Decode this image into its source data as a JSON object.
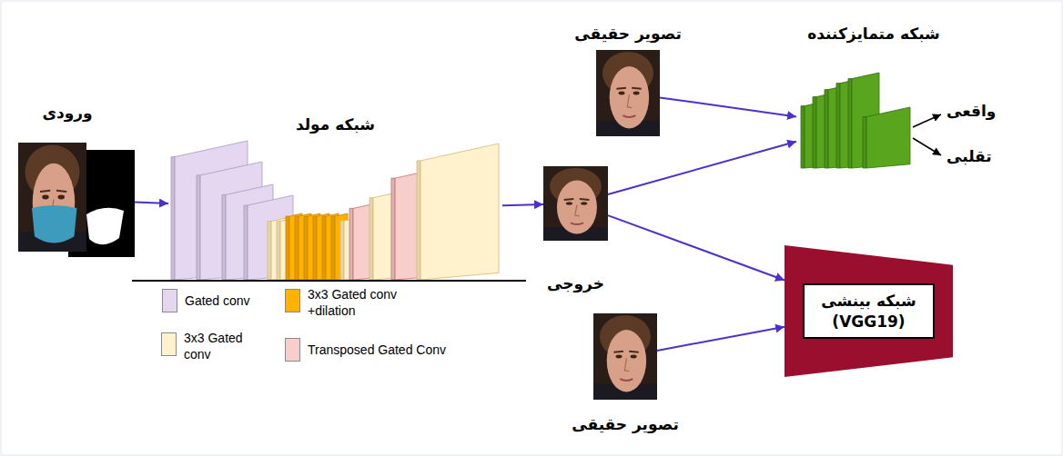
{
  "diagram": {
    "nodes": [
      {
        "text": [
          "ورودی"
        ]
      },
      {
        "text": [
          "شبکه مولد"
        ]
      },
      {
        "text": [
          "خروجی"
        ]
      },
      {
        "text": [
          "تصویر حقیقی"
        ]
      },
      {
        "text": [
          "شبکه متمایزکننده"
        ]
      },
      {
        "text": [
          "شبکه بینشی (VGG19)"
        ]
      },
      {
        "text": [
          "تصویر حقیقی"
        ]
      }
    ],
    "edges": [
      {
        "from": 0,
        "to": 1,
        "arrow": "to"
      },
      {
        "from": 1,
        "to": 2,
        "arrow": "to"
      },
      {
        "from": 3,
        "to": 4,
        "arrow": "to"
      },
      {
        "from": 2,
        "to": 4,
        "arrow": "to"
      },
      {
        "from": 2,
        "to": 5,
        "arrow": "to"
      },
      {
        "from": 6,
        "to": 5,
        "arrow": "to"
      }
    ],
    "labels": [
      "واقعی",
      "تقلبی"
    ],
    "legend": [
      {
        "text": "Gated conv",
        "color": "#e4d7ef"
      },
      {
        "text": "3x3 Gated conv +dilation",
        "color": "#ffb300"
      },
      {
        "text": "3x3 Gated conv",
        "color": "#fff2cc"
      },
      {
        "text": "Transposed Gated Conv",
        "color": "#f8cecc"
      }
    ]
  }
}
